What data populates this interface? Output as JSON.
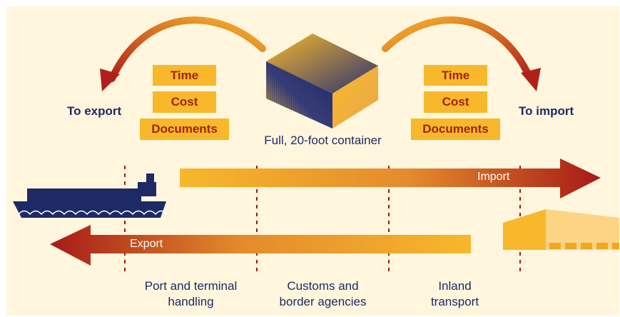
{
  "left_stack": {
    "time": "Time",
    "cost": "Cost",
    "documents": "Documents"
  },
  "right_stack": {
    "time": "Time",
    "cost": "Cost",
    "documents": "Documents"
  },
  "to_export": "To export",
  "to_import": "To import",
  "container_caption": "Full, 20-foot container",
  "import_label": "Import",
  "export_label": "Export",
  "stages": [
    {
      "line1": "Port and terminal",
      "line2": "handling"
    },
    {
      "line1": "Customs and",
      "line2": "border agencies"
    },
    {
      "line1": "Inland",
      "line2": "transport"
    }
  ],
  "colors": {
    "background": "#fff6dd",
    "box": "#f7b82b",
    "box_text": "#a3230e",
    "navy": "#1e2a66",
    "dark_red": "#a01515"
  }
}
